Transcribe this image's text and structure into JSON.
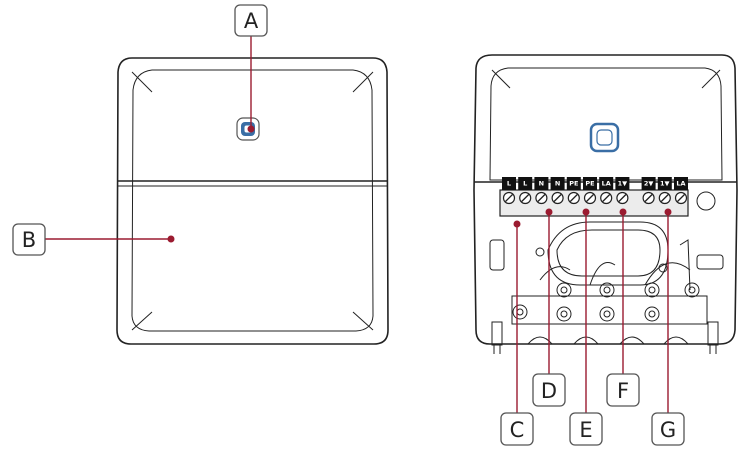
{
  "callouts": {
    "a": "A",
    "b": "B",
    "c": "C",
    "d": "D",
    "e": "E",
    "f": "F",
    "g": "G"
  },
  "terminals": [
    "L",
    "L",
    "N",
    "N",
    "PE",
    "PE",
    "LA",
    "1▼",
    "2▼",
    "1▼",
    "LA"
  ],
  "colors": {
    "accent": "#9b1b30",
    "led_blue": "#3a6ea5",
    "outline": "#222222"
  }
}
